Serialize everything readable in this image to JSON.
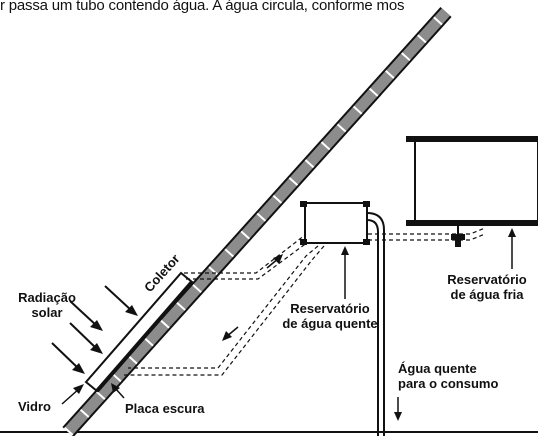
{
  "caption_fragment": "r passa um tubo contendo água. A água circula, conforme mos",
  "labels": {
    "coletor": "Coletor",
    "radiacao_line1": "Radiação",
    "radiacao_line2": "solar",
    "vidro": "Vidro",
    "placa": "Placa escura",
    "quente_line1": "Reservatório",
    "quente_line2": "de água quente",
    "fria_line1": "Reservatório",
    "fria_line2": "de água fria",
    "consumo_line1": "Água quente",
    "consumo_line2": "para o consumo"
  },
  "colors": {
    "ink": "#111111",
    "tube_fill": "#8c8c8c",
    "paper": "#ffffff"
  }
}
